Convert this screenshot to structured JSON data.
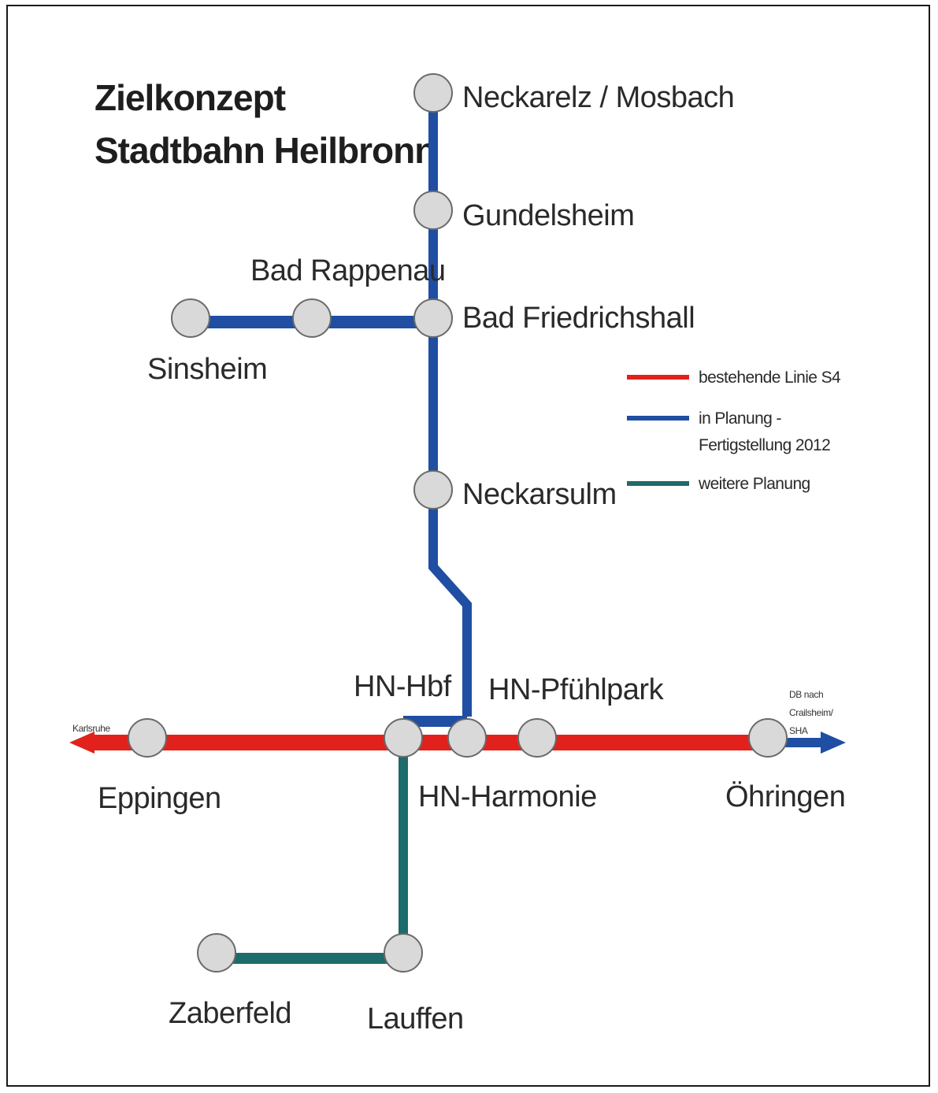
{
  "title": {
    "line1": "Zielkonzept",
    "line2": "Stadtbahn Heilbronn"
  },
  "colors": {
    "existing": "#e2211c",
    "planned": "#1f4ea3",
    "further": "#1d6b6a",
    "station_fill": "#d9d9d9"
  },
  "legend": {
    "existing": "bestehende Linie S4",
    "planned_line1": "in Planung -",
    "planned_line2": "Fertigstellung 2012",
    "further": "weitere Planung"
  },
  "stations": {
    "neckarelz": "Neckarelz / Mosbach",
    "gundelsheim": "Gundelsheim",
    "bad_friedrichshall": "Bad Friedrichshall",
    "bad_rappenau": "Bad Rappenau",
    "sinsheim": "Sinsheim",
    "neckarsulm": "Neckarsulm",
    "hn_hbf": "HN-Hbf",
    "hn_pfuehlpark": "HN-Pfühlpark",
    "hn_harmonie": "HN-Harmonie",
    "eppingen": "Eppingen",
    "oehringen": "Öhringen",
    "lauffen": "Lauffen",
    "zaberfeld": "Zaberfeld"
  },
  "directions": {
    "karlsruhe": "Karlsruhe",
    "db_line1": "DB nach",
    "db_line2": "Crailsheim/",
    "db_line3": "SHA"
  }
}
